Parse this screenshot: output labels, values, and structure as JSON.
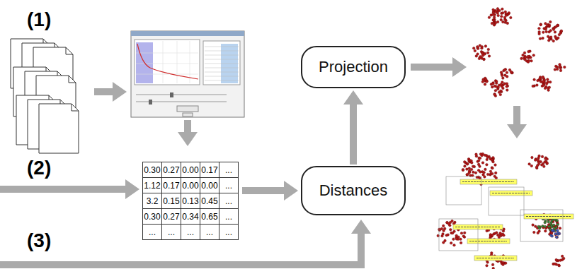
{
  "diagram": {
    "nodes": [
      {
        "text": [
          "Projection"
        ]
      },
      {
        "text": [
          "Distances"
        ]
      }
    ],
    "edges": [
      {
        "from": 1,
        "to": 0,
        "arrow": "to"
      }
    ],
    "labels": [
      "(1)",
      "(2)",
      "0.30",
      "0.27",
      "0.00",
      "0.17",
      "...",
      "1.12",
      "0.17",
      "0.00",
      "0.00",
      "...",
      "3.2",
      "0.15",
      "0.13",
      "0.45",
      "...",
      "0.30",
      "0.27",
      "0.34",
      "0.65",
      "...",
      "...",
      "...",
      "...",
      "...",
      "...",
      "(3)"
    ]
  }
}
